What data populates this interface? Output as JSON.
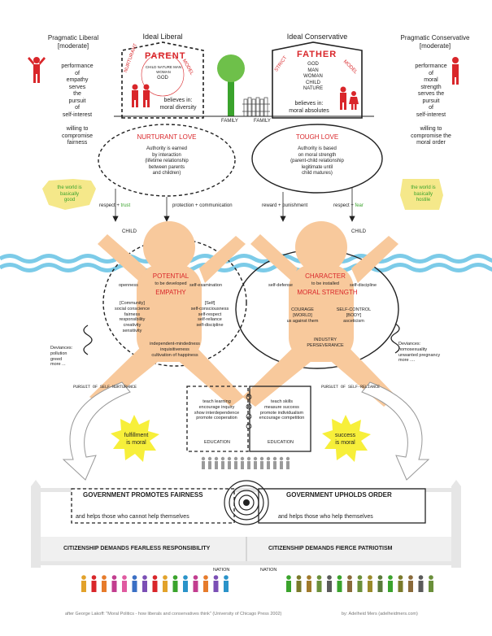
{
  "colors": {
    "accent_red": "#d9262a",
    "green": "#3aa32c",
    "skin": "#f8c99c",
    "water": "#7ccbe8",
    "sun": "#f7ef3a",
    "hands": "#f5e88a"
  },
  "header": {
    "pragmatic_liberal": [
      "Pragmatic Liberal",
      "[moderate]"
    ],
    "ideal_liberal": "Ideal Liberal",
    "ideal_conservative": "Ideal Conservative",
    "pragmatic_conservative": [
      "Pragmatic Conservative",
      "[moderate]"
    ]
  },
  "left_side": {
    "performance_text": [
      "performance",
      "of",
      "empathy",
      "serves",
      "the",
      "pursuit",
      "of",
      "self-interest"
    ],
    "willing_text": [
      "willing to",
      "compromise",
      "fairness"
    ],
    "hands_text": [
      "the world is",
      "basically",
      "good"
    ]
  },
  "right_side": {
    "performance_text": [
      "performance",
      "of",
      "moral",
      "strength",
      "serves the",
      "pursuit",
      "of",
      "self-interest"
    ],
    "willing_text": [
      "willing to",
      "compromise the",
      "moral order"
    ],
    "hands_text": [
      "the world is",
      "basically",
      "hostile"
    ]
  },
  "parent_model": {
    "arc_left": "NURTURANT",
    "arc_mid": "PARENT",
    "arc_right": "MODEL",
    "inner_ring": "CHILD NATURE MAN WOMAN",
    "center": "GOD",
    "believes": [
      "believes in:",
      "moral diversity"
    ]
  },
  "father_model": {
    "arc_left": "STRICT",
    "arc_mid": "FATHER",
    "arc_right": "MODEL",
    "list": [
      "GOD",
      "MAN",
      "WOMAN",
      "CHILD",
      "NATURE"
    ],
    "believes": [
      "believes in:",
      "moral absolutes"
    ]
  },
  "family_left": "FAMILY",
  "family_right": "FAMILY",
  "nurturant_love": {
    "title": "NURTURANT LOVE",
    "text": [
      "Authority is earned",
      "by interaction",
      "(lifetime relationship",
      "between parents",
      "and children)"
    ]
  },
  "tough_love": {
    "title": "TOUGH LOVE",
    "text": [
      "Authority is based",
      "on moral strength",
      "(parent-child relationship",
      "legitimate until",
      "child matures)"
    ]
  },
  "arrows": {
    "respect_trust": [
      "respect",
      "+",
      "trust"
    ],
    "protection": "protection + communication",
    "reward": "reward + punishment",
    "respect_fear": [
      "respect",
      "+",
      "fear"
    ]
  },
  "child_left": "CHILD",
  "child_right": "CHILD",
  "liberal_child": {
    "potential": "POTENTIAL",
    "developed": "to be developed",
    "empathy": "EMPATHY",
    "openness": "openness",
    "self_exam": "self-examination",
    "community": [
      "[Community]",
      "social conscience",
      "fairness",
      "responsibility",
      "creativity",
      "sensitivity"
    ],
    "self": [
      "[Self]",
      "self-consciousness",
      "self-respect",
      "self-reliance",
      "self-discipline"
    ],
    "bottom": [
      "independent-mindedness",
      "inquisitiveness",
      "cultivation of happiness"
    ]
  },
  "conservative_child": {
    "character": "CHARACTER",
    "installed": "to be installed",
    "moral_strength": "MORAL STRENGTH",
    "self_defense": "self-defense",
    "self_discipline": "self-discipline",
    "courage": [
      "COURAGE",
      "[WORLD]",
      "us against them"
    ],
    "self_control": [
      "SELF-CONTROL",
      "[BODY]",
      "asceticism"
    ],
    "bottom": [
      "INDUSTRY",
      "PERSEVERANCE"
    ]
  },
  "deviances_left": [
    "Deviances:",
    "pollution",
    "greed",
    "more ..."
  ],
  "deviances_right": [
    "Deviances:",
    "homosexuality",
    "unwanted pregnancy",
    "more ...."
  ],
  "pursuit_left": "PURSUIT OF SELF-NURTURANCE",
  "pursuit_right": "PURSUIT OF SELF-RELIANCE",
  "sun_left": [
    "fulfillment",
    "is moral"
  ],
  "sun_right": [
    "success",
    "is moral"
  ],
  "education_left": {
    "items": [
      "teach learning",
      "encourage inquiry",
      "show interdependence",
      "promote cooperation"
    ],
    "label": "EDUCATION"
  },
  "education_right": {
    "items": [
      "teach skills",
      "measure success",
      "promote individualism",
      "encourage competition"
    ],
    "label": "EDUCATION"
  },
  "government": {
    "left_title": "GOVERNMENT PROMOTES FAIRNESS",
    "left_sub": "and helps those who cannot help themselves",
    "right_title": "GOVERNMENT UPHOLDS ORDER",
    "right_sub": "and helps those who help themselves"
  },
  "citizenship": {
    "left": "CITIZENSHIP  DEMANDS FEARLESS RESPONSIBILITY",
    "right": "CITIZENSHIP  DEMANDS FIERCE PATRIOTISM"
  },
  "nation_left": "NATION",
  "nation_right": "NATION",
  "footer": {
    "credit": "after George Lakoff: \"Moral Politics - how liberals and conservatives think\" (University of Chicago Press 2002)",
    "author": "by: Adelheid Mers  (adelheidmers.com)"
  }
}
